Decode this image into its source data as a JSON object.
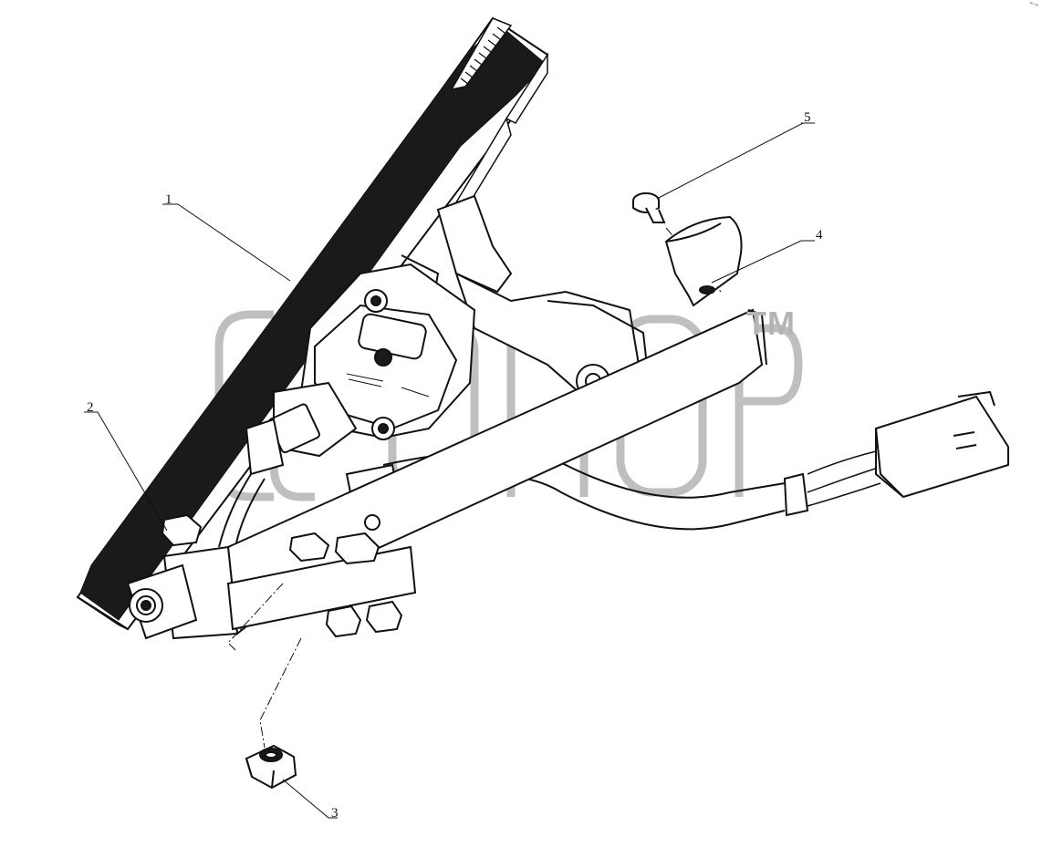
{
  "drawing": {
    "callouts": [
      {
        "id": "1",
        "label": "1"
      },
      {
        "id": "2",
        "label": "2"
      },
      {
        "id": "3",
        "label": "3"
      },
      {
        "id": "4",
        "label": "4"
      },
      {
        "id": "5",
        "label": "5"
      }
    ],
    "watermark_mark": "TM",
    "corner_mark": "∞ ∞"
  },
  "colors": {
    "line": "#111111",
    "fill_dark": "#1a1a1a",
    "watermark": "#b4b4b4",
    "background": "#ffffff"
  }
}
